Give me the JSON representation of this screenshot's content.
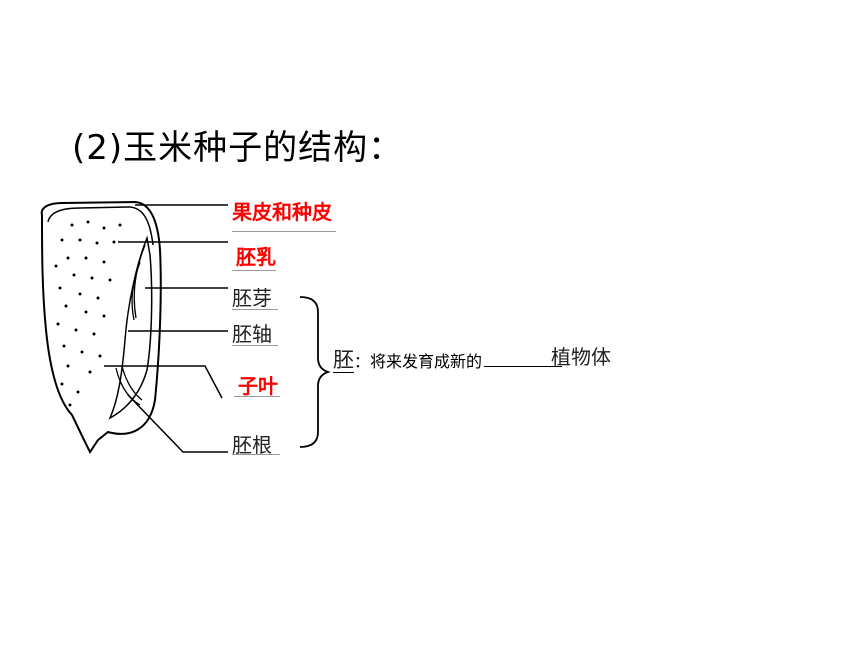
{
  "title": "(2)玉米种子的结构：",
  "labels": {
    "pericarp": "果皮和种皮",
    "endosperm": "胚乳",
    "plumule": "胚芽",
    "hypocotyl": "胚轴",
    "cotyledon": "子叶",
    "radicle": "胚根"
  },
  "embryo_sentence": {
    "embryo": "胚",
    "text": "：将来发育成新的",
    "answer": "植物体"
  },
  "colors": {
    "answer_red": "#ff0000",
    "line": "#000000"
  }
}
